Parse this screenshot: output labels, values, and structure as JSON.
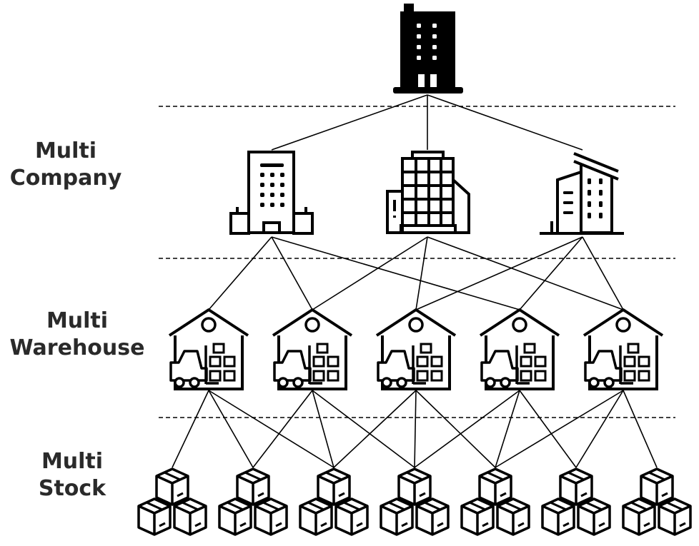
{
  "colors": {
    "ink": "#000000",
    "label": "#2a2a2a",
    "background": "#ffffff"
  },
  "levels": [
    {
      "id": "company",
      "label_line1": "Multi",
      "label_line2": "Company",
      "icon": "office-building-icon",
      "count": 3
    },
    {
      "id": "warehouse",
      "label_line1": "Multi",
      "label_line2": "Warehouse",
      "icon": "warehouse-forklift-icon",
      "count": 5
    },
    {
      "id": "stock",
      "label_line1": "Multi",
      "label_line2": "Stock",
      "icon": "stacked-boxes-icon",
      "count": 7
    }
  ],
  "root": {
    "icon": "headquarters-building-icon"
  }
}
